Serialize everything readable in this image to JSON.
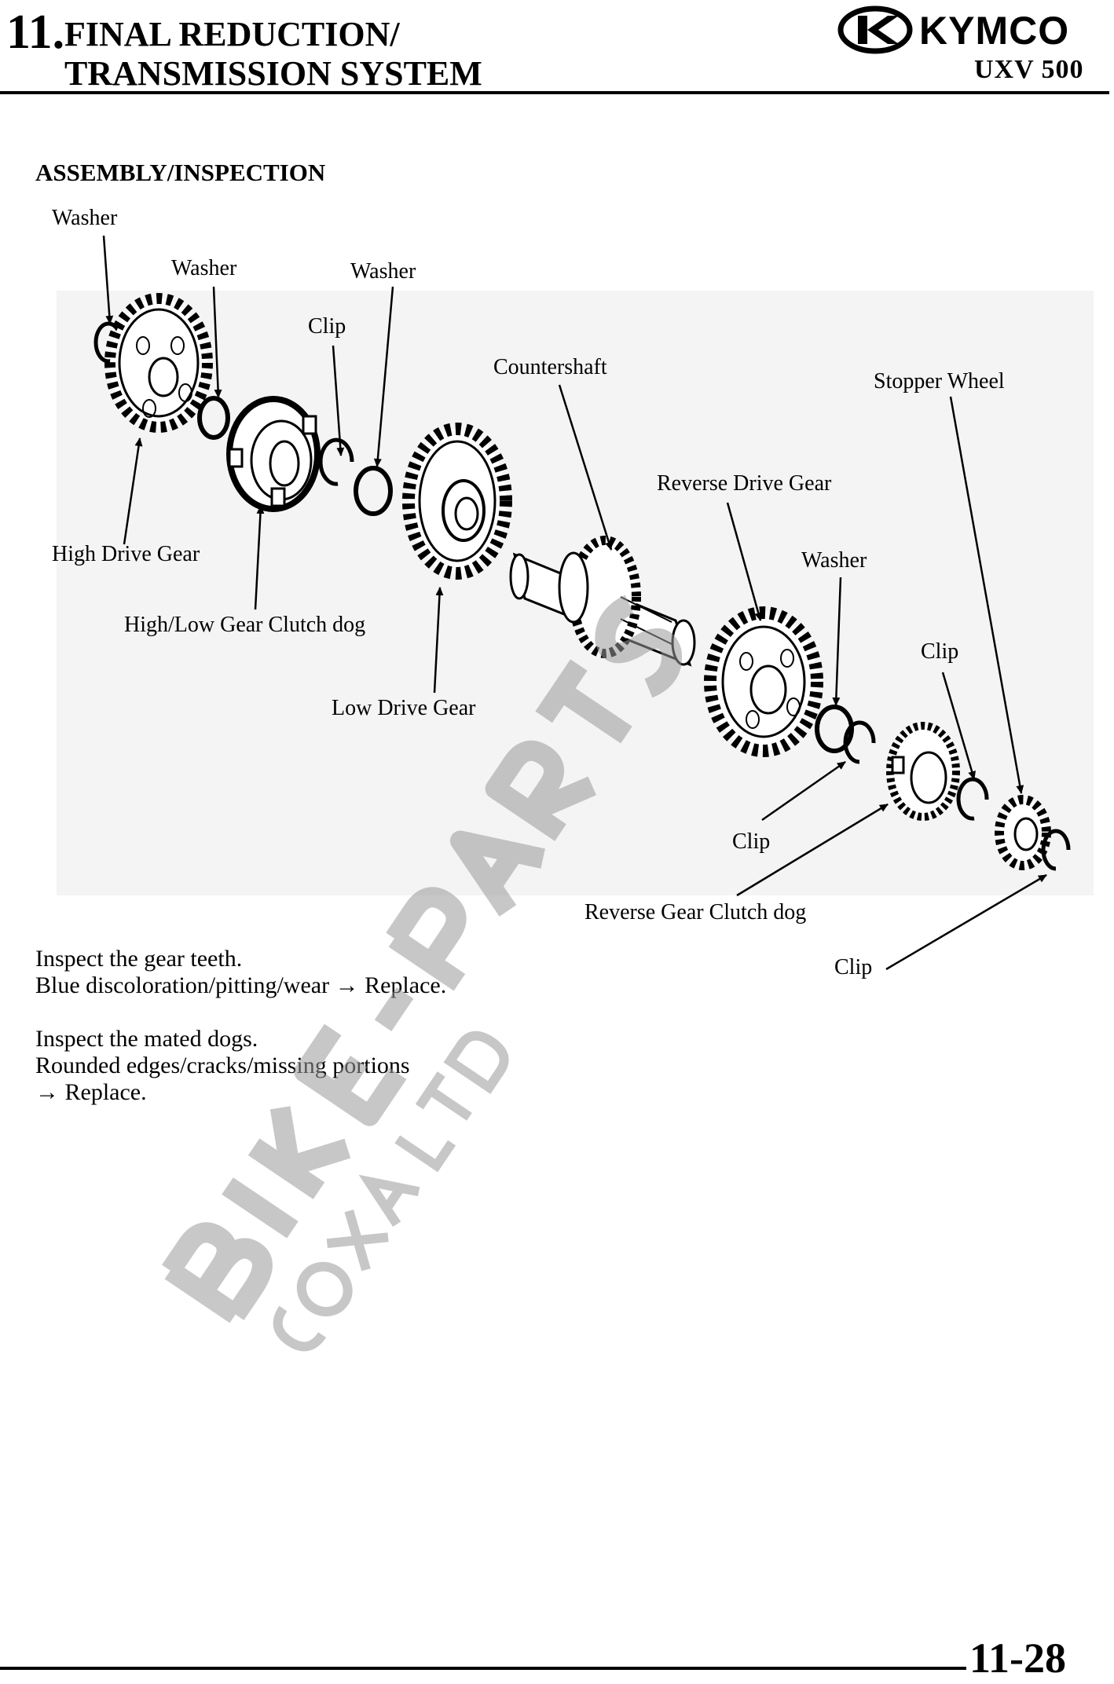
{
  "header": {
    "chapter_number": "11.",
    "chapter_title_line1": "FINAL REDUCTION/",
    "chapter_title_line2": "TRANSMISSION SYSTEM",
    "brand": "KYMCO",
    "model": "UXV 500"
  },
  "section": {
    "heading": "ASSEMBLY/INSPECTION"
  },
  "diagram": {
    "icons": [
      "washer-icon",
      "gear-icon",
      "clutch-dog-icon",
      "clip-icon",
      "shaft-icon",
      "stopper-wheel-icon"
    ],
    "callouts": {
      "washer_1": "Washer",
      "washer_2": "Washer",
      "washer_3": "Washer",
      "clip_1": "Clip",
      "countershaft": "Countershaft",
      "stopper_wheel": "Stopper Wheel",
      "reverse_drive_gear": "Reverse Drive Gear",
      "high_drive_gear": "High Drive Gear",
      "washer_4": "Washer",
      "clip_2": "Clip",
      "high_low_clutch_dog": "High/Low Gear Clutch dog",
      "low_drive_gear": "Low Drive Gear",
      "clip_3": "Clip",
      "reverse_clutch_dog": "Reverse Gear Clutch dog",
      "clip_4": "Clip"
    }
  },
  "notes": {
    "line1": "Inspect the gear teeth.",
    "line2": "Blue discoloration/pitting/wear → Replace.",
    "line3": "Inspect the mated dogs.",
    "line4": "Rounded edges/cracks/missing portions",
    "line5": "→ Replace."
  },
  "footer": {
    "page_number": "11-28"
  }
}
